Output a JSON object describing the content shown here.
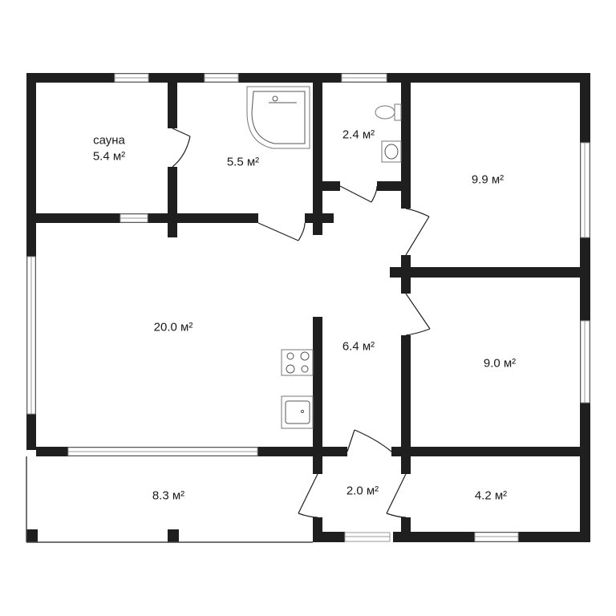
{
  "rooms": {
    "sauna": {
      "name": "сауна",
      "area": "5.4 м²"
    },
    "bathroom": {
      "area": "5.5 м²"
    },
    "toilet": {
      "area": "2.4 м²"
    },
    "bedroom_top_right": {
      "area": "9.9 м²"
    },
    "living_kitchen": {
      "area": "20.0 м²"
    },
    "hallway": {
      "area": "6.4 м²"
    },
    "bedroom_mid_right": {
      "area": "9.0 м²"
    },
    "terrace": {
      "area": "8.3 м²"
    },
    "vestibule": {
      "area": "2.0 м²"
    },
    "storage": {
      "area": "4.2 м²"
    }
  },
  "colors": {
    "wall": "#1f1f1f",
    "window": "#9a9a9a",
    "background": "#ffffff"
  }
}
